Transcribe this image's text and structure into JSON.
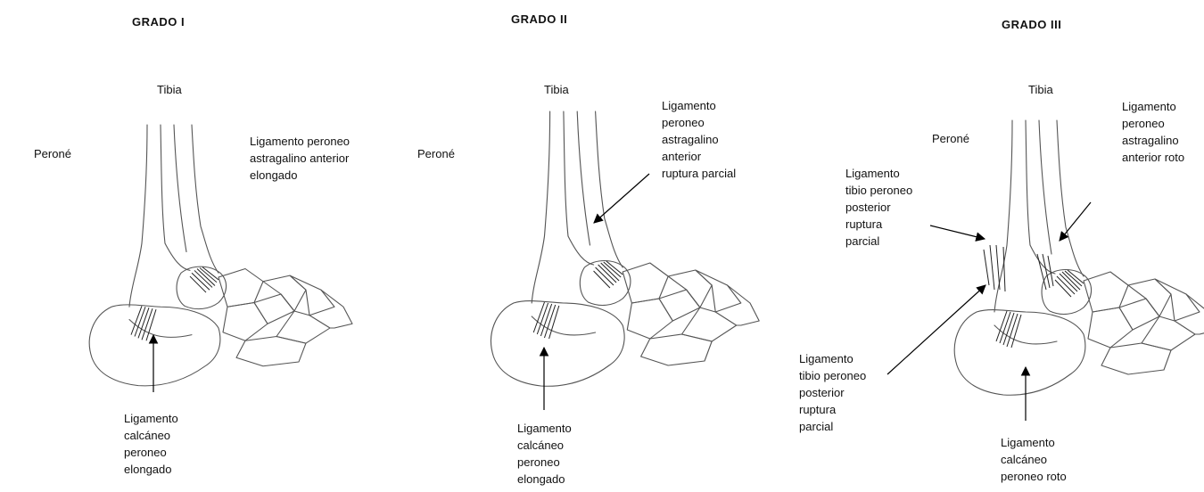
{
  "panels": [
    {
      "title": "GRADO I",
      "labels": {
        "tibia": "Tibia",
        "perone": "Peroné",
        "ligament_top": "Ligamento   peroneo\nastragalino   anterior\nelongado",
        "ligament_bottom": "Ligamento\ncalcáneo\nperoneo\nelongado"
      }
    },
    {
      "title": "GRADO II",
      "labels": {
        "tibia": "Tibia",
        "perone": "Peroné",
        "ligament_top": "Ligamento\nperoneo\nastragalino\nanterior\nruptura parcial",
        "ligament_bottom": "Ligamento\ncalcáneo\nperoneo\nelongado"
      }
    },
    {
      "title": "GRADO III",
      "labels": {
        "tibia": "Tibia",
        "perone": "Peroné",
        "ligament_top": "Ligamento\nperoneo\nastragalino\nanterior roto",
        "ligament_left_upper": "Ligamento\ntibio  peroneo\nposterior\nruptura\nparcial",
        "ligament_left_lower": "Ligamento\ntibio  peroneo\nposterior\nruptura\nparcial",
        "ligament_bottom": "Ligamento\ncalcáneo\nperoneo roto"
      }
    }
  ]
}
